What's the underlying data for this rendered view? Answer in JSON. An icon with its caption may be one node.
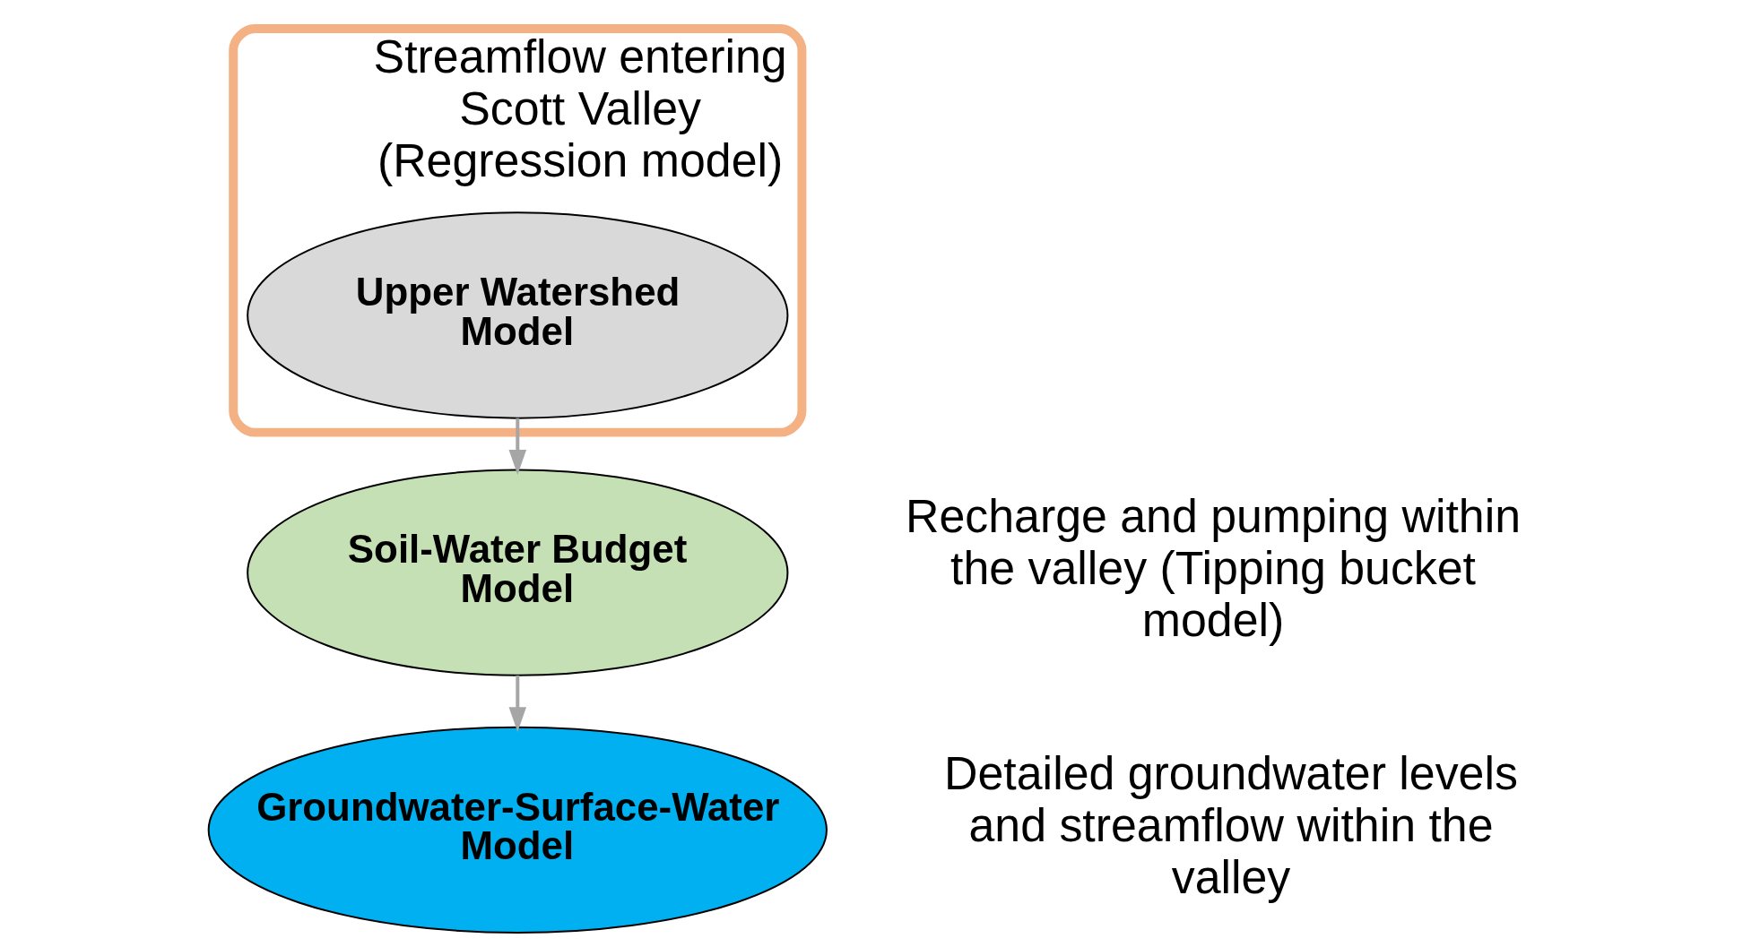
{
  "diagram": {
    "nodes": [
      {
        "text": [
          "Streamflow entering Scott Valley (Regression model)"
        ]
      },
      {
        "text": [
          "Upper Watershed Model"
        ],
        "in": 0
      },
      {
        "text": [
          "Soil-Water Budget Model"
        ],
        "beside": [
          "Recharge and pumping within the valley (Tipping bucket model)"
        ]
      },
      {
        "text": [
          "Groundwater-Surface-Water Model"
        ],
        "beside": [
          "Detailed groundwater levels and streamflow within the valley"
        ]
      }
    ],
    "edges": [
      {
        "from": 1,
        "to": 2,
        "arrow": "to"
      },
      {
        "from": 2,
        "to": 3,
        "arrow": "to"
      }
    ]
  }
}
